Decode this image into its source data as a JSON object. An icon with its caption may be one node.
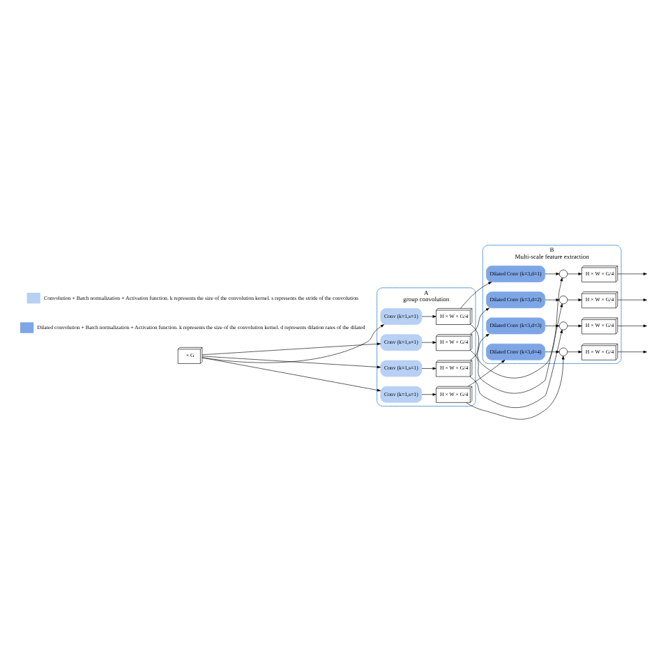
{
  "diagram": {
    "nodes": [
      {
        "text": [
          "× G"
        ]
      },
      {
        "text": [
          "A",
          "group convolution"
        ]
      },
      {
        "text": [
          "Conv (k=1,s=1)"
        ],
        "in": 1
      },
      {
        "text": [
          "H × W × G/4"
        ],
        "in": 1
      },
      {
        "text": [
          "Conv (k=1,s=1)"
        ],
        "in": 1
      },
      {
        "text": [
          "H × W × G/4"
        ],
        "in": 1
      },
      {
        "text": [
          "Conv (k=1,s=1)"
        ],
        "in": 1
      },
      {
        "text": [
          "H × W × G/4"
        ],
        "in": 1
      },
      {
        "text": [
          "Conv (k=1,s=1)"
        ],
        "in": 1
      },
      {
        "text": [
          "H × W × G/4"
        ],
        "in": 1
      },
      {
        "text": [
          "B",
          "Multi-scale feature extraction"
        ]
      },
      {
        "text": [
          "Dilated Conv (k=3,d=1)"
        ],
        "in": 10
      },
      {
        "text": [],
        "shape": "circle",
        "in": 10
      },
      {
        "text": [
          "H × W × G/4"
        ],
        "in": 10
      },
      {
        "text": [
          "Dilated Conv (k=3,d=2)"
        ],
        "in": 10
      },
      {
        "text": [],
        "shape": "circle",
        "in": 10
      },
      {
        "text": [
          "H × W × G/4"
        ],
        "in": 10
      },
      {
        "text": [
          "Dilated Conv (k=3,d=3)"
        ],
        "in": 10
      },
      {
        "text": [],
        "shape": "circle",
        "in": 10
      },
      {
        "text": [
          "H × W × G/4"
        ],
        "in": 10
      },
      {
        "text": [
          "Dilated Conv (k=3,d=4)"
        ],
        "in": 10
      },
      {
        "text": [],
        "shape": "circle",
        "in": 10
      },
      {
        "text": [
          "H × W × G/4"
        ],
        "in": 10
      }
    ],
    "edges": [
      {
        "from": 0,
        "to": 2,
        "arrow": "to"
      },
      {
        "from": 0,
        "to": 4,
        "arrow": "to"
      },
      {
        "from": 0,
        "to": 6,
        "arrow": "to"
      },
      {
        "from": 0,
        "to": 8,
        "arrow": "to"
      },
      {
        "from": 2,
        "to": 3,
        "arrow": "to"
      },
      {
        "from": 4,
        "to": 5,
        "arrow": "to"
      },
      {
        "from": 6,
        "to": 7,
        "arrow": "to"
      },
      {
        "from": 8,
        "to": 9,
        "arrow": "to"
      },
      {
        "from": 3,
        "to": 11,
        "arrow": "to"
      },
      {
        "from": 3,
        "to": 12,
        "arrow": "to"
      },
      {
        "from": 11,
        "to": 12,
        "arrow": "to"
      },
      {
        "from": 12,
        "to": 13,
        "arrow": "to"
      },
      {
        "from": 13,
        "to": null,
        "arrow": "to"
      },
      {
        "from": 5,
        "to": 14,
        "arrow": "to"
      },
      {
        "from": 5,
        "to": 15,
        "arrow": "to"
      },
      {
        "from": 14,
        "to": 15,
        "arrow": "to"
      },
      {
        "from": 15,
        "to": 16,
        "arrow": "to"
      },
      {
        "from": 16,
        "to": null,
        "arrow": "to"
      },
      {
        "from": 7,
        "to": 17,
        "arrow": "to"
      },
      {
        "from": 7,
        "to": 18,
        "arrow": "to"
      },
      {
        "from": 17,
        "to": 18,
        "arrow": "to"
      },
      {
        "from": 18,
        "to": 19,
        "arrow": "to"
      },
      {
        "from": 19,
        "to": null,
        "arrow": "to"
      },
      {
        "from": 9,
        "to": 20,
        "arrow": "to"
      },
      {
        "from": 9,
        "to": 21,
        "arrow": "to"
      },
      {
        "from": 20,
        "to": 21,
        "arrow": "to"
      },
      {
        "from": 21,
        "to": 22,
        "arrow": "to"
      },
      {
        "from": 22,
        "to": null,
        "arrow": "to"
      }
    ],
    "legend": [
      {
        "text": "Convolution + Batch normalization + Activation function. k represents the size of the convolution kernel. s represents the stride of the convolution",
        "color": "#b7d0f4"
      },
      {
        "text": "Dilated convolution + Batch normalization + Activation function. k represents the size of the convolution kernel. d represents dilation rates of the dilated",
        "color": "#7ea6e6"
      }
    ]
  }
}
